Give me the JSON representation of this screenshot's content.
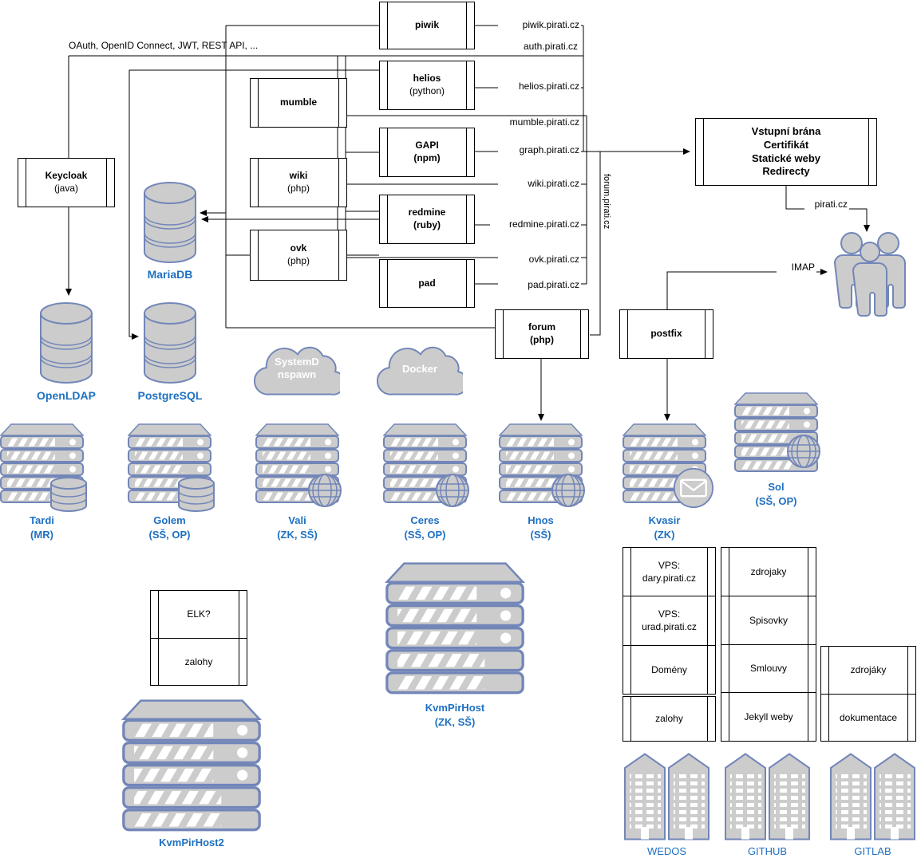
{
  "annotations": {
    "oauth": "OAuth, OpenID Connect, JWT, REST API, ...",
    "imap": "IMAP",
    "pirati_cz": "pirati.cz",
    "forum_vertical": "forum.pirati.cz"
  },
  "domains": [
    "piwik.pirati.cz",
    "auth.pirati.cz",
    "helios.pirati.cz",
    "mumble.pirati.cz",
    "graph.pirati.cz",
    "wiki.pirati.cz",
    "redmine.pirati.cz",
    "ovk.pirati.cz",
    "pad.pirati.cz"
  ],
  "services": {
    "piwik": {
      "label": "piwik"
    },
    "helios": {
      "label": "helios",
      "sub": "(python)"
    },
    "mumble": {
      "label": "mumble"
    },
    "gapi": {
      "label": "GAPI",
      "sub": "(npm)"
    },
    "wiki": {
      "label": "wiki",
      "sub": "(php)"
    },
    "redmine": {
      "label": "redmine",
      "sub": "(ruby)"
    },
    "ovk": {
      "label": "ovk",
      "sub": "(php)"
    },
    "pad": {
      "label": "pad"
    },
    "forum": {
      "label": "forum",
      "sub": "(php)"
    },
    "postfix": {
      "label": "postfix"
    },
    "keycloak": {
      "label": "Keycloak",
      "sub": "(java)"
    },
    "gateway": {
      "label": "Vstupní brána\nCertifikát\nStatické weby\nRedirecty"
    }
  },
  "databases": {
    "mariadb": "MariaDB",
    "openldap": "OpenLDAP",
    "postgresql": "PostgreSQL"
  },
  "clouds": [
    {
      "label": "SystemD\nnspawn"
    },
    {
      "label": "Docker"
    }
  ],
  "hosts": [
    {
      "name": "Tardi",
      "spec": "(MR)"
    },
    {
      "name": "Golem",
      "spec": "(SŠ, OP)"
    },
    {
      "name": "Vali",
      "spec": "(ZK, SŠ)"
    },
    {
      "name": "Ceres",
      "spec": "(SŠ, OP)"
    },
    {
      "name": "Hnos",
      "spec": "(SŠ)"
    },
    {
      "name": "Kvasir",
      "spec": "(ZK)"
    },
    {
      "name": "Sol",
      "spec": "(SŠ, OP)"
    },
    {
      "name": "KvmPirHost",
      "spec": "(ZK, SŠ)"
    },
    {
      "name": "KvmPirHost2",
      "spec": ""
    }
  ],
  "elk_box": {
    "cells": [
      "ELK?",
      "zalohy"
    ]
  },
  "vps_columns": {
    "col_a": [
      "VPS:\ndary.pirati.cz",
      "VPS:\nurad.pirati.cz",
      "Domény"
    ],
    "col_a_extra": "zalohy",
    "col_b": [
      "zdrojaky",
      "Spisovky",
      "Smlouvy",
      "Jekyll weby"
    ],
    "col_c": [
      "zdrojáky",
      "dokumentace"
    ]
  },
  "providers": [
    "WEDOS",
    "GITHUB",
    "GITLAB"
  ],
  "colors": {
    "shape_fill": "#cccccc",
    "shape_stroke": "#7286B8",
    "label_blue": "#1E70C1",
    "connector": "#000000"
  }
}
